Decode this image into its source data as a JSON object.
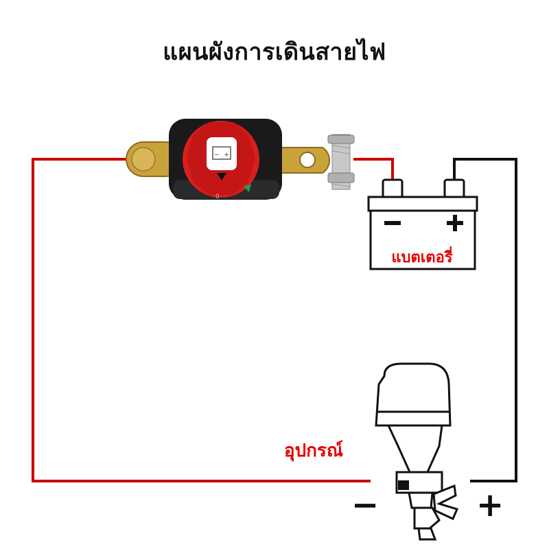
{
  "title": "แผนผังการเดินสายไฟ",
  "battery": {
    "label": "แบตเตอรี่",
    "minus_symbol": "−",
    "plus_symbol": "+"
  },
  "device": {
    "label": "อุปกรณ์",
    "minus_symbol": "−",
    "plus_symbol": "+"
  },
  "switch": {
    "terminal_minus": "−",
    "terminal_plus": "+",
    "off_mark": "0"
  },
  "colors": {
    "positive_wire": "#cc0000",
    "negative_wire": "#111111",
    "label_red": "#e60000",
    "switch_knob": "#d81e1e",
    "brass": "#c9a23a",
    "switch_body": "#1a1a1a"
  }
}
